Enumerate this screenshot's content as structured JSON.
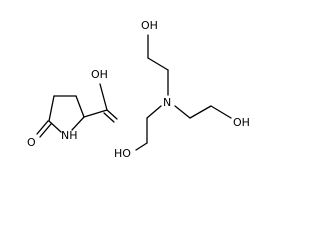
{
  "molecules": [
    {
      "atoms": {
        "oh": "OH",
        "nh": "NH",
        "o": "O"
      }
    },
    {
      "atoms": {
        "oh_top": "OH",
        "n": "N",
        "oh_right": "OH",
        "ho_bottom": "HO"
      }
    }
  ],
  "colors": {
    "bond": "#000000",
    "text": "#000000",
    "background": "#ffffff"
  }
}
